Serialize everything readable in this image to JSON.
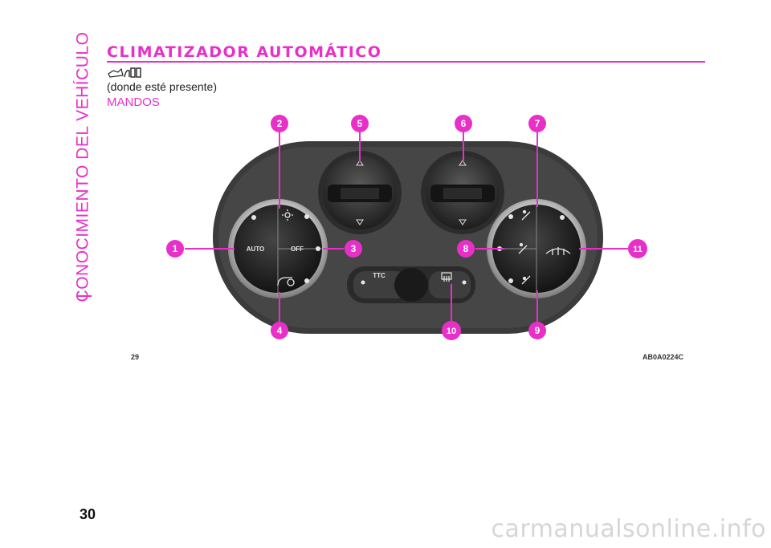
{
  "sidebar": {
    "section_title": "CONOCIMIENTO DEL VEHÍCULO"
  },
  "header": {
    "title": "CLIMATIZADOR AUTOMÁTICO",
    "option_icon": "optional-equipment-icon"
  },
  "body": {
    "subtitle": "(donde esté presente)",
    "section": "MANDOS"
  },
  "figure": {
    "number": "29",
    "code": "AB0A0224C",
    "buttons": {
      "auto": "AUTO",
      "off": "OFF",
      "ttc": "TTC"
    },
    "callouts": [
      "1",
      "2",
      "3",
      "4",
      "5",
      "6",
      "7",
      "8",
      "9",
      "10",
      "11"
    ],
    "callout_color": "#e830c8"
  },
  "footer": {
    "page_number": "30",
    "watermark": "carmanualsonline.info"
  }
}
